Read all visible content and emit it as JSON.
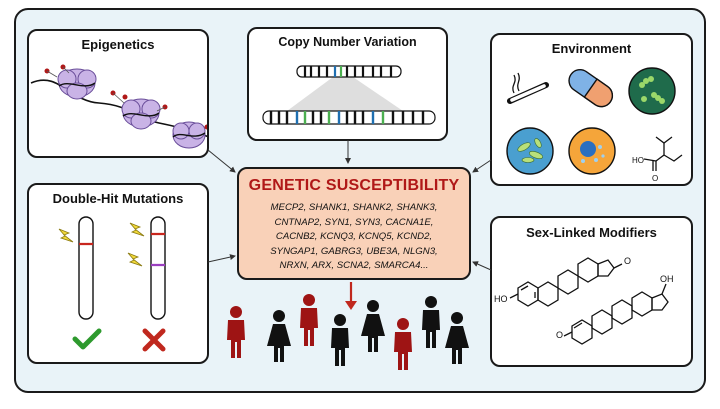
{
  "panels": {
    "epigenetics": {
      "title": "Epigenetics"
    },
    "copy_number": {
      "title": "Copy Number Variation"
    },
    "environment": {
      "title": "Environment"
    },
    "double_hit": {
      "title": "Double-Hit Mutations"
    },
    "sex_linked": {
      "title": "Sex-Linked Modifiers",
      "labels": {
        "oh1": "HO",
        "o1": "O",
        "oh2": "OH",
        "o2": "O",
        "acid_ho": "HO",
        "acid_o": "O"
      }
    }
  },
  "center": {
    "heading": "GENETIC SUSCEPTIBILITY",
    "gene_lines": [
      "MECP2, SHANK1, SHANK2, SHANK3,",
      "CNTNAP2, SYN1, SYN3, CACNA1E,",
      "CACNB2, KCNQ3, KCNQ5, KCND2,",
      "SYNGAP1, GABRG3, UBE3A, NLGN3,",
      "NRXN, ARX, SCNA2, SMARCA4..."
    ]
  },
  "icons": [
    "cigarette-icon",
    "pill-capsule-icon",
    "bacteria-icon",
    "cell-bacteria-icon",
    "virus-cell-icon",
    "acid-molecule-icon",
    "check-icon",
    "cross-icon",
    "lightning-icon"
  ],
  "colors": {
    "accent_red": "#b01818",
    "center_fill": "#f9d1b8",
    "frame_fill": "#e9f3f8",
    "check_green": "#2e9a2e",
    "cross_red": "#c0281e"
  }
}
